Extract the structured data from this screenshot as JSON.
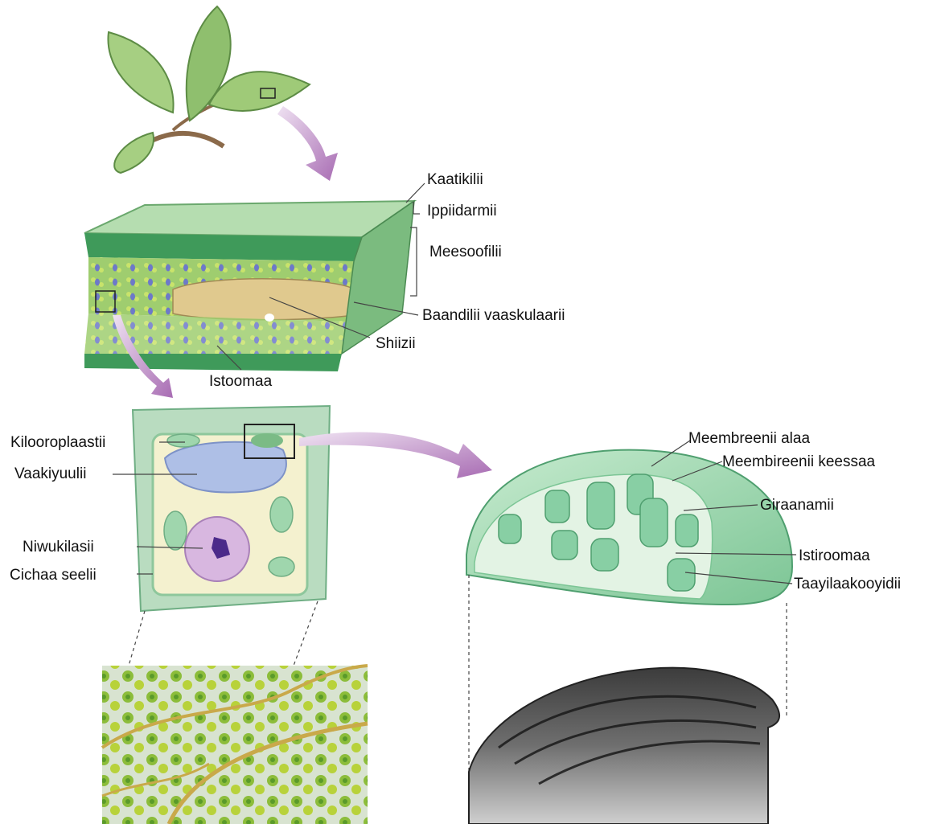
{
  "labels": {
    "cuticle": "Kaatikilii",
    "epidermis": "Ippiidarmii",
    "mesophyll": "Meesoofilii",
    "vascular_bundle": "Baandilii vaaskulaarii",
    "cells": "Shiizii",
    "stoma": "Istoomaa",
    "chloroplast": "Kilooroplaastii",
    "vacuole": "Vaakiyuulii",
    "nucleus": "Niwukilasii",
    "cell_wall": "Cichaa seelii",
    "outer_membrane": "Meembreenii alaa",
    "inner_membrane": "Meembireenii keessaa",
    "granum": "Giraanamii",
    "stroma": "Istiroomaa",
    "thylakoid": "Taayilaakooyidii"
  },
  "colors": {
    "leaf_green": "#8fbf6e",
    "tissue_green": "#3f9a5a",
    "chloroplast_green": "#9fd6ad",
    "cell_wall": "#b9dcc0",
    "vacuole_blue": "#aebfe6",
    "nucleus_pink": "#d8b7e0",
    "arrow_purple": "#b57fbf"
  }
}
